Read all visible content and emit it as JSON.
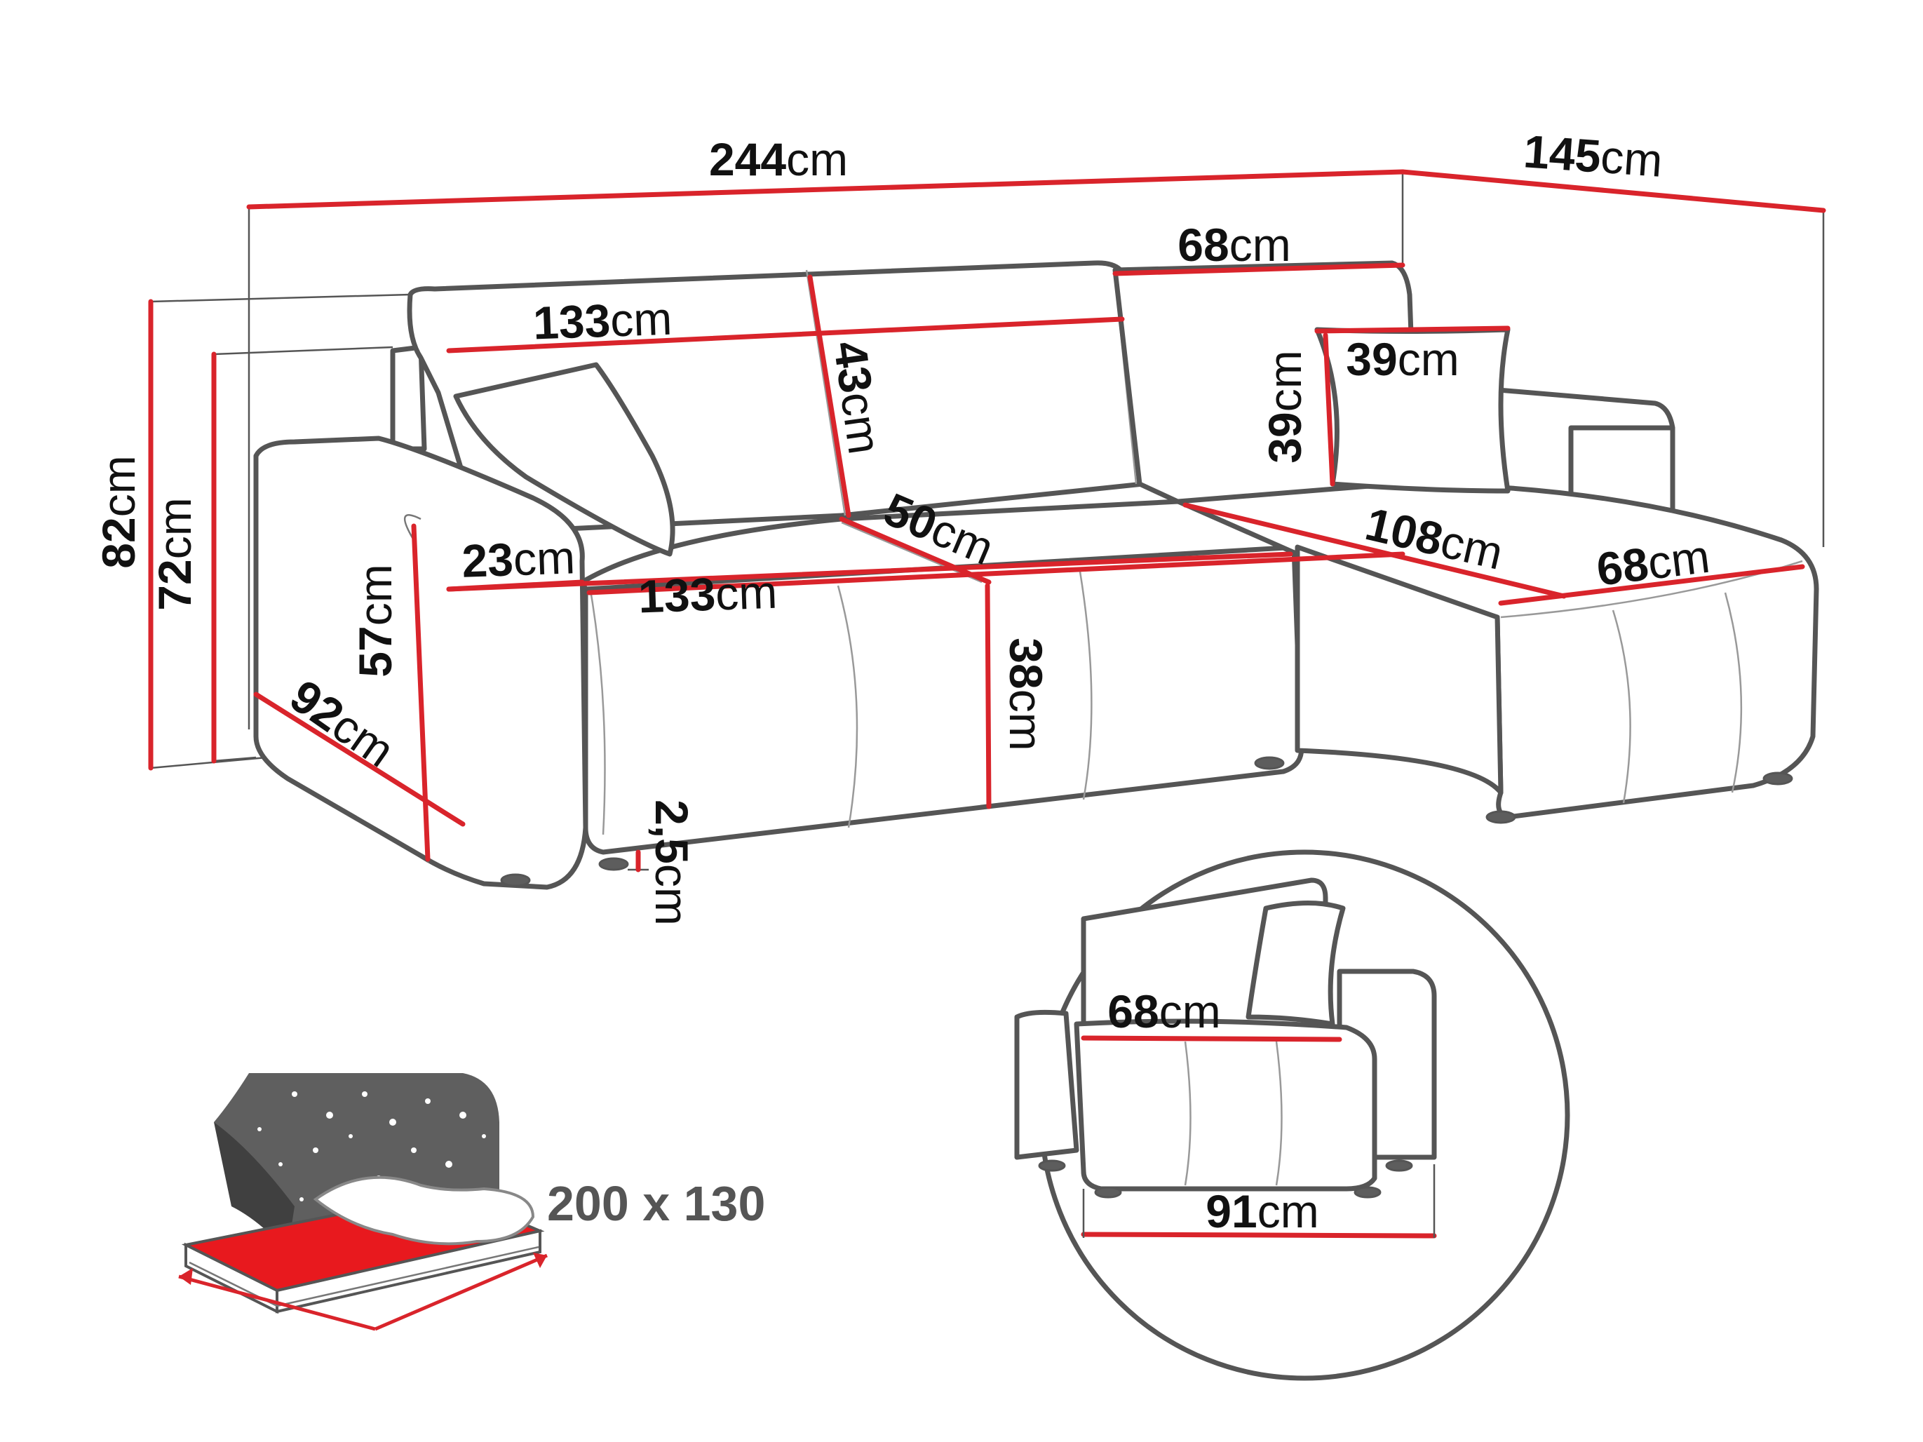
{
  "unit": "cm",
  "dimensions": {
    "total_length": "244",
    "chaise_length": "145",
    "chaise_back_top": "68",
    "back_cushion_width": "133",
    "back_height": "43",
    "pillow_width": "39",
    "pillow_height": "39",
    "seat_depth": "50",
    "chaise_seat_length": "108",
    "chaise_width": "68",
    "armrest_width": "23",
    "seat_width": "133",
    "armrest_height": "57",
    "seat_height": "38",
    "total_height": "82",
    "back_height_total": "72",
    "depth": "92",
    "leg_height": "2,5"
  },
  "detail": {
    "chaise_top_width": "68",
    "chaise_bottom_width": "91"
  },
  "bed": {
    "size_text": "200 x 130"
  },
  "colors": {
    "dimension_line": "#d9242b",
    "outline": "#555555",
    "bed_fill": "#e8191e"
  }
}
